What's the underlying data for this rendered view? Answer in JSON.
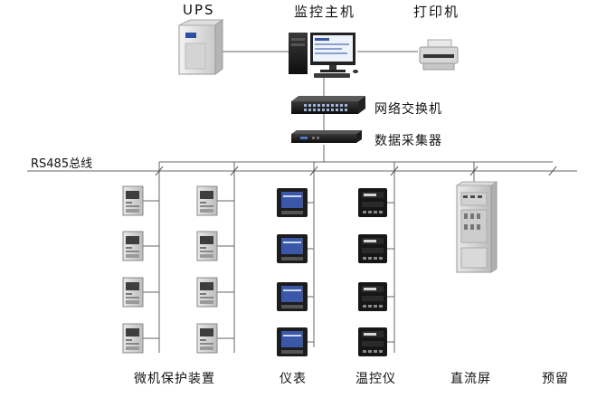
{
  "labels": {
    "ups": "UPS",
    "host": "监控主机",
    "printer": "打印机",
    "switch": "网络交换机",
    "collector": "数据采集器",
    "bus": "RS485总线",
    "protection": "微机保护装置",
    "meter": "仪表",
    "thermo": "温控仪",
    "dc_panel": "直流屏",
    "reserved": "预留"
  },
  "colors": {
    "line": "#666666",
    "device_dark": "#1a1a1a",
    "device_light": "#e6e6e6",
    "screen_blue": "#3b57a8"
  }
}
